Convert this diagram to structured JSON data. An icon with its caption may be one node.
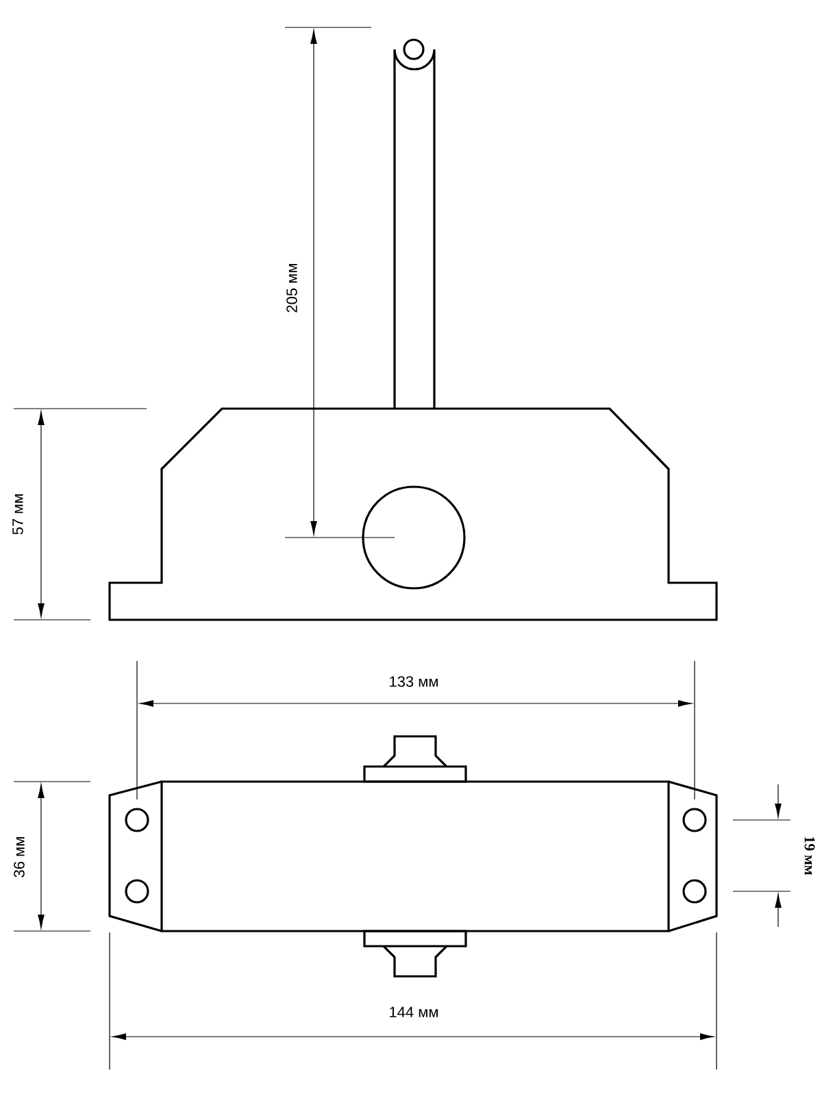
{
  "diagram": {
    "labels": [
      "205 мм",
      "57 мм",
      "133 мм",
      "36 мм",
      "19 мм",
      "144 мм"
    ]
  }
}
